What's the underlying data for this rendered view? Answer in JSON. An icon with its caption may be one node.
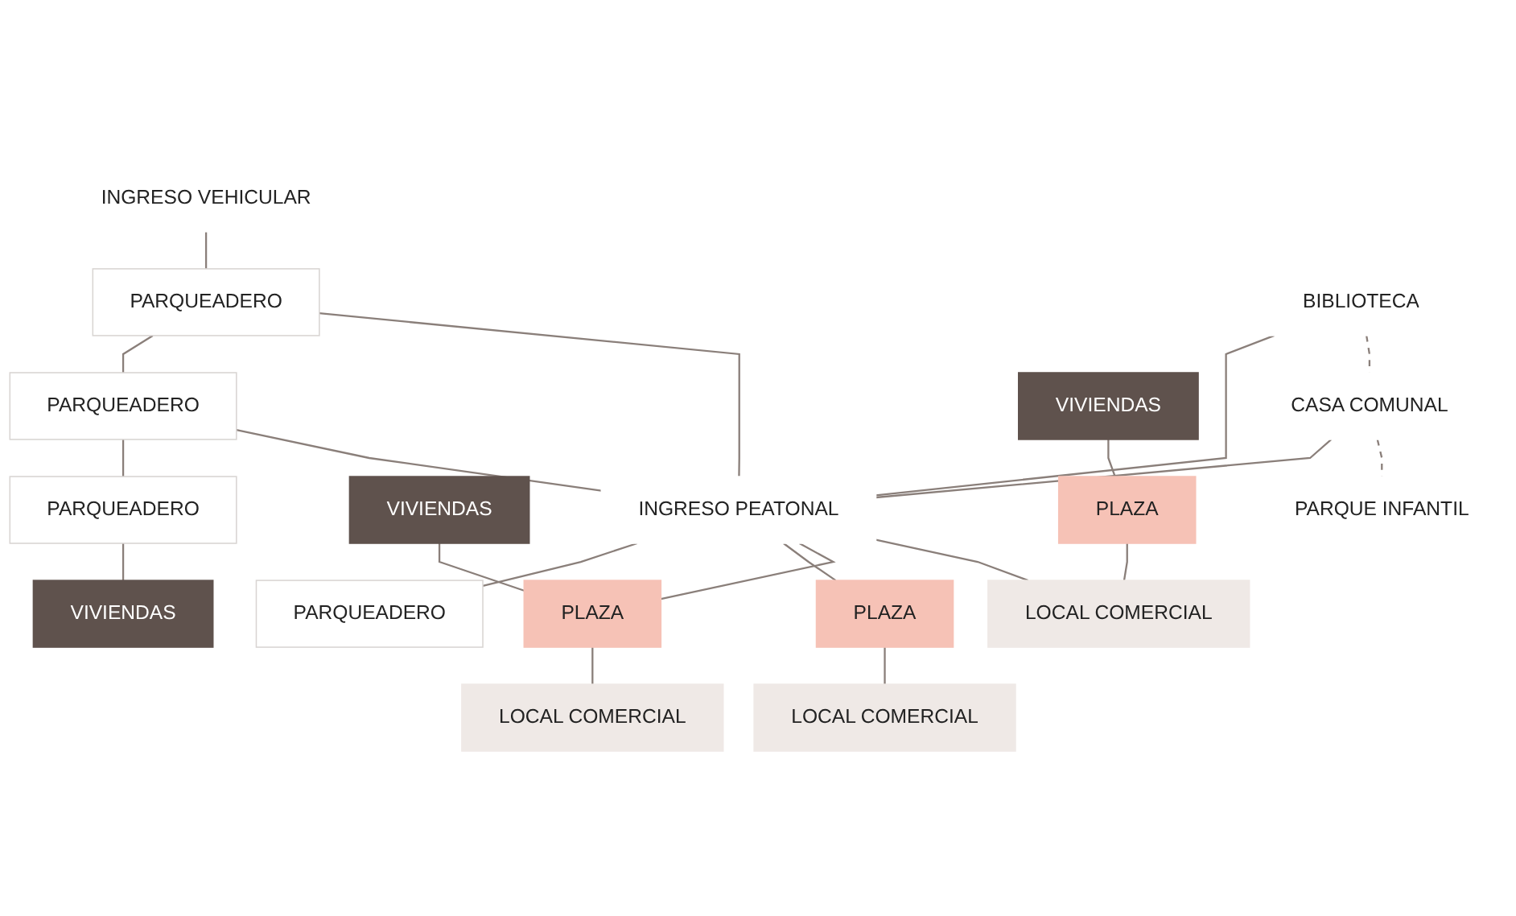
{
  "diagram": {
    "nodes": [
      {
        "text": [
          "INGRESO VEHICULAR"
        ]
      },
      {
        "text": [
          "INGRESO PEATONAL"
        ]
      },
      {
        "text": [
          "PARQUEADERO"
        ]
      },
      {
        "text": [
          "PARQUEADERO"
        ]
      },
      {
        "text": [
          "PLAZA"
        ]
      },
      {
        "text": [
          "LOCAL COMERCIAL"
        ]
      },
      {
        "text": [
          "VIVIENDAS"
        ]
      },
      {
        "text": [
          "BIBLIOTECA"
        ]
      },
      {
        "text": [
          "PLAZA"
        ]
      },
      {
        "text": [
          "PARQUEADERO"
        ]
      },
      {
        "text": [
          "LOCAL COMERCIAL"
        ]
      },
      {
        "text": [
          "CASA COMUNAL"
        ]
      },
      {
        "text": [
          "VIVIENDAS"
        ]
      },
      {
        "text": [
          "PLAZA"
        ]
      },
      {
        "text": [
          "PARQUE INFANTIL"
        ]
      },
      {
        "text": [
          "LOCAL COMERCIAL"
        ]
      },
      {
        "text": [
          "PARQUEADERO"
        ]
      },
      {
        "text": [
          "VIVIENDAS"
        ]
      }
    ],
    "edges": [
      {
        "from": 0,
        "to": 3,
        "arrow": "none"
      },
      {
        "from": 3,
        "to": 9,
        "arrow": "none"
      },
      {
        "from": 9,
        "to": 16,
        "arrow": "none"
      },
      {
        "from": 1,
        "to": 2,
        "arrow": "none"
      },
      {
        "from": 1,
        "to": 4,
        "arrow": "none"
      },
      {
        "from": 3,
        "to": 1,
        "arrow": "none"
      },
      {
        "from": 1,
        "to": 8,
        "arrow": "none"
      },
      {
        "from": 7,
        "to": 1,
        "arrow": "none"
      },
      {
        "from": 9,
        "to": 1,
        "arrow": "none"
      },
      {
        "from": 11,
        "to": 1,
        "arrow": "none"
      },
      {
        "from": 1,
        "to": 15,
        "arrow": "none"
      },
      {
        "from": 4,
        "to": 5,
        "arrow": "none"
      },
      {
        "from": 6,
        "to": 8,
        "arrow": "none"
      },
      {
        "from": 8,
        "to": 10,
        "arrow": "none"
      },
      {
        "from": 12,
        "to": 13,
        "arrow": "none"
      },
      {
        "from": 13,
        "to": 15,
        "arrow": "none"
      },
      {
        "from": 16,
        "to": 17,
        "arrow": "none"
      },
      {
        "from": 7,
        "to": 11,
        "arrow": "none",
        "style": "dashed"
      },
      {
        "from": 11,
        "to": 14,
        "arrow": "none",
        "style": "dashed"
      }
    ]
  }
}
